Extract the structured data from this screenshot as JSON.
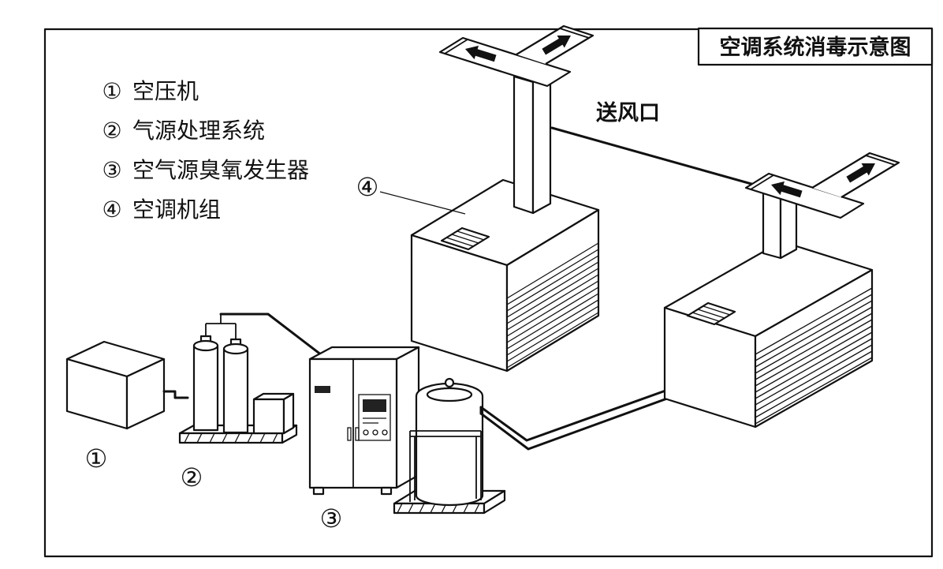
{
  "title": "空调系统消毒示意图",
  "colors": {
    "ink": "#111111",
    "paper": "#ffffff"
  },
  "legend": {
    "items": [
      {
        "num": "①",
        "label": "空压机"
      },
      {
        "num": "②",
        "label": "气源处理系统"
      },
      {
        "num": "③",
        "label": "空气源臭氧发生器"
      },
      {
        "num": "④",
        "label": "空调机组"
      }
    ]
  },
  "annotations": {
    "supply_outlet": "送风口"
  }
}
